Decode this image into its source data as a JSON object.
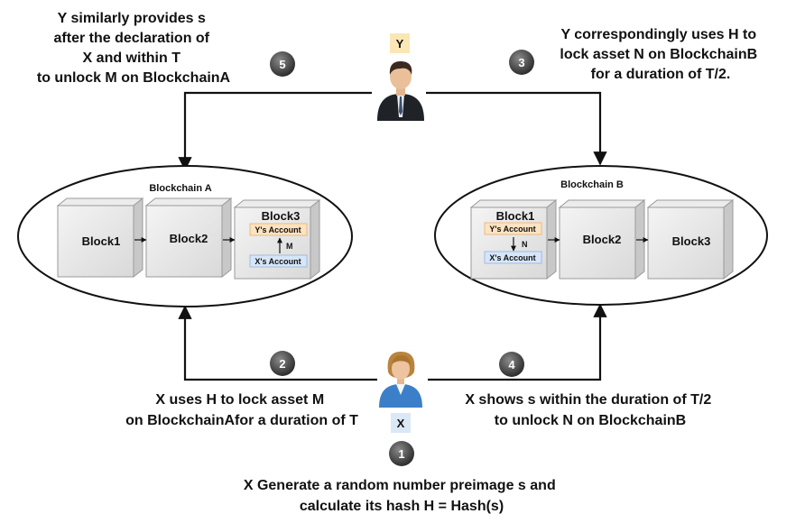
{
  "annotations": {
    "top_left": [
      "Y similarly provides s",
      "after the declaration of",
      "X and within T",
      "to unlock M on BlockchainA"
    ],
    "top_right": [
      "Y  correspondingly uses H to",
      "lock asset N on BlockchainB",
      "for a duration of T/2."
    ],
    "bottom_left": [
      "X uses H to lock asset M",
      "on BlockchainAfor a duration of T"
    ],
    "bottom_right": [
      "X shows s within the duration of T/2",
      "to unlock N on BlockchainB"
    ],
    "bottom_center": [
      "X Generate a random number preimage s and",
      "calculate its hash H = Hash(s)"
    ]
  },
  "actors": {
    "y": {
      "label": "Y"
    },
    "x": {
      "label": "X"
    }
  },
  "steps": [
    "1",
    "2",
    "3",
    "4",
    "5"
  ],
  "chain_a": {
    "title": "Blockchain A",
    "blocks": [
      "Block1",
      "Block2",
      "Block3"
    ],
    "upper_account": "Y's Account",
    "lower_account": "X's Account",
    "asset": "M"
  },
  "chain_b": {
    "title": "Blockchain B",
    "blocks": [
      "Block1",
      "Block2",
      "Block3"
    ],
    "upper_account": "Y's Account",
    "lower_account": "X's Account",
    "asset": "N"
  },
  "colors": {
    "y_badge": "#fbe7b5",
    "x_badge": "#dbe8f6",
    "y_account": "#fde3c0",
    "x_account": "#d6e6f8",
    "step_circle": "#3c3c3c"
  }
}
